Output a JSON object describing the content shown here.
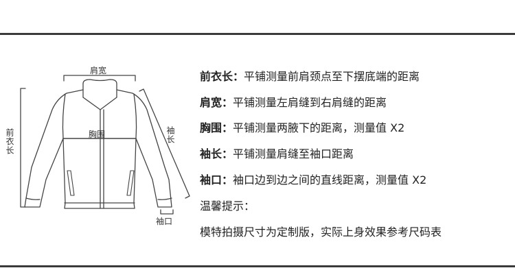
{
  "diagram": {
    "shoulder_label": "肩宽",
    "chest_label": "胸围",
    "front_length_label": "前衣长",
    "sleeve_length_label": "袖长",
    "cuff_label": "袖口"
  },
  "rows": [
    {
      "label": "前衣长",
      "sep": "：",
      "text": "平铺测量前肩颈点至下摆底端的距离"
    },
    {
      "label": "肩宽",
      "sep": "：",
      "text": "平铺测量左肩缝到右肩缝的距离"
    },
    {
      "label": "胸围",
      "sep": "：",
      "text": "平铺测量两腋下的距离，测量值 X2"
    },
    {
      "label": "袖长",
      "sep": "：",
      "text": "平铺测量肩缝至袖口距离"
    },
    {
      "label": "袖口",
      "sep": "：",
      "text": "袖口边到边之间的直线距离，测量值 X2"
    }
  ],
  "tips": {
    "title": "温馨提示：",
    "text": "模特拍摄尺寸为定制版，实际上身效果参考尺码表"
  }
}
